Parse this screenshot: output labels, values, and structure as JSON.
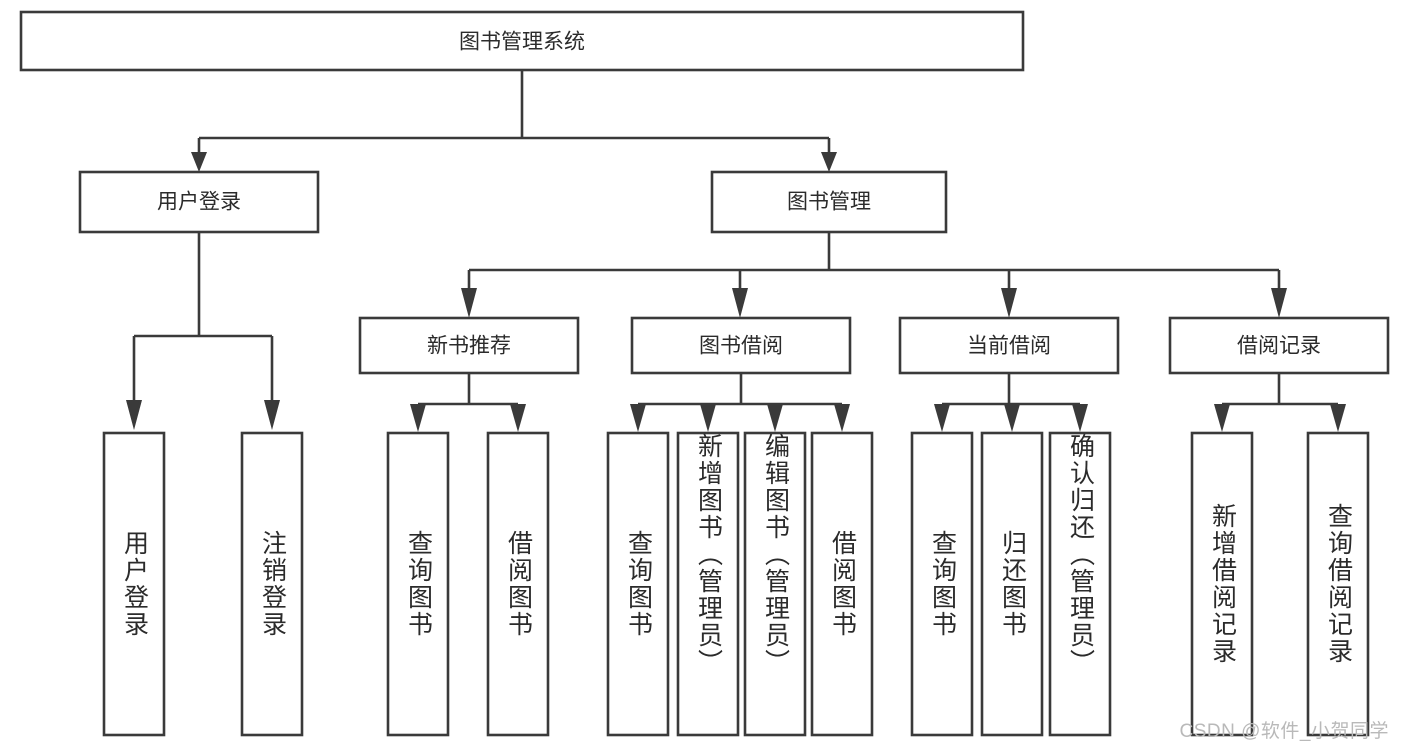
{
  "diagram": {
    "type": "tree",
    "title": "图书管理系统",
    "orientation": "top-down",
    "colors": {
      "box_stroke": "#3a3a3a",
      "box_fill": "#ffffff",
      "connector": "#3a3a3a",
      "text": "#2b2b2b",
      "background": "#ffffff",
      "watermark": "#b9b9b9"
    },
    "root": {
      "label": "图书管理系统"
    },
    "level2": [
      {
        "label": "用户登录"
      },
      {
        "label": "图书管理"
      }
    ],
    "level3": [
      {
        "label": "新书推荐"
      },
      {
        "label": "图书借阅"
      },
      {
        "label": "当前借阅"
      },
      {
        "label": "借阅记录"
      }
    ],
    "groups": [
      {
        "parent": "用户登录",
        "leaves": [
          {
            "label": "用户登录"
          },
          {
            "label": "注销登录"
          }
        ]
      },
      {
        "parent": "新书推荐",
        "leaves": [
          {
            "label": "查询图书"
          },
          {
            "label": "借阅图书"
          }
        ]
      },
      {
        "parent": "图书借阅",
        "leaves": [
          {
            "label": "查询图书"
          },
          {
            "label": "新增图书（管理员）"
          },
          {
            "label": "编辑图书（管理员）"
          },
          {
            "label": "借阅图书"
          }
        ]
      },
      {
        "parent": "当前借阅",
        "leaves": [
          {
            "label": "查询图书"
          },
          {
            "label": "归还图书"
          },
          {
            "label": "确认归还（管理员）"
          }
        ]
      },
      {
        "parent": "借阅记录",
        "leaves": [
          {
            "label": "新增借阅记录"
          },
          {
            "label": "查询借阅记录"
          }
        ]
      }
    ]
  },
  "watermark": {
    "text": "CSDN @软件_小贺同学"
  }
}
